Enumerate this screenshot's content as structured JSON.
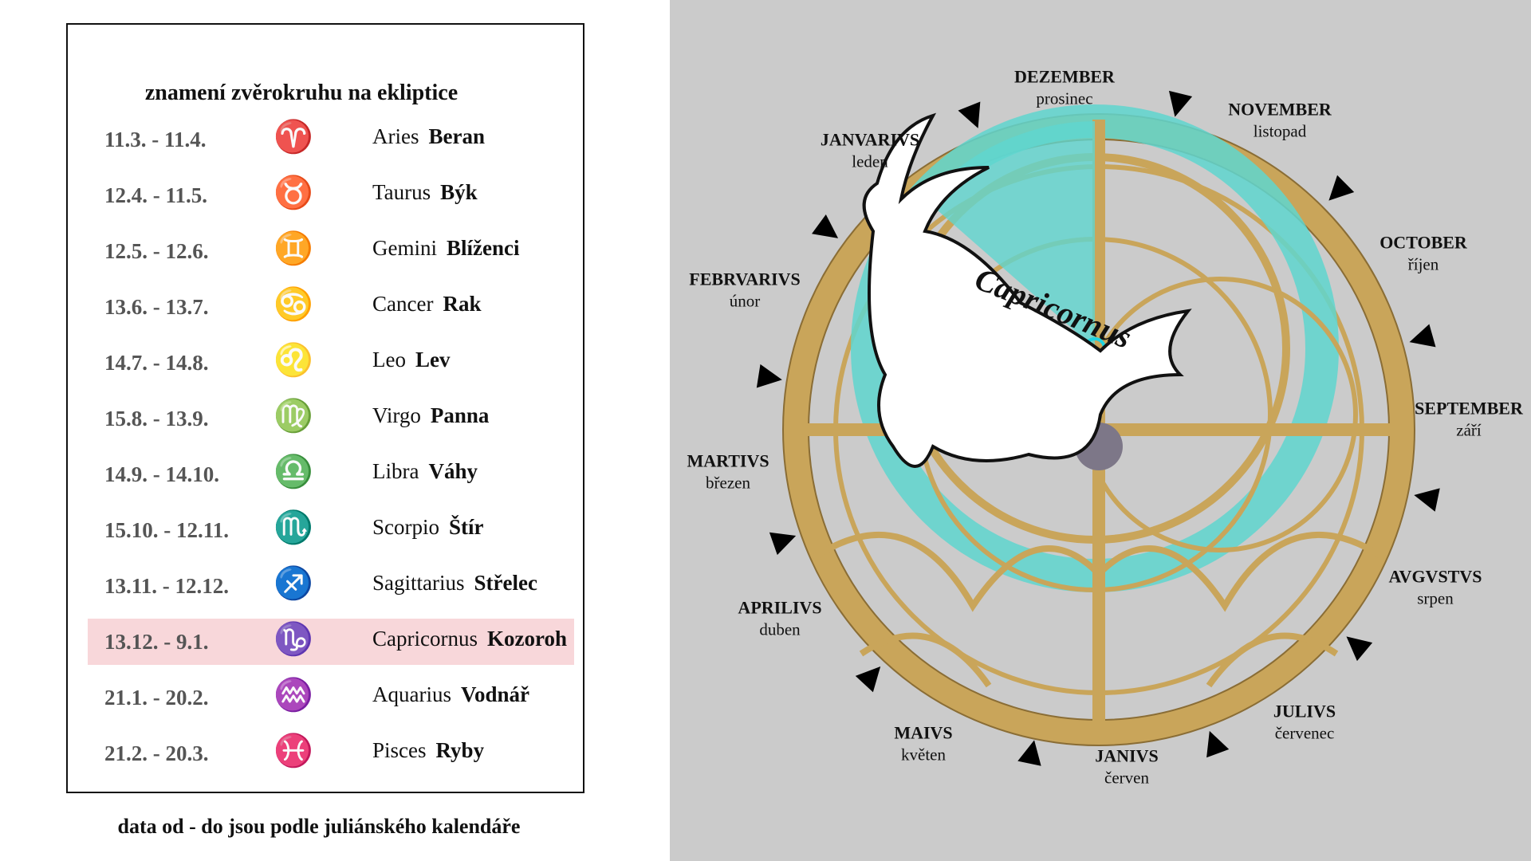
{
  "table": {
    "title": "znamení zvěrokruhu na ekliptice",
    "highlighted_index": 9,
    "rows": [
      {
        "dates": "11.3. - 11.4.",
        "icon": "aries-ram-icon",
        "symbol": "♈",
        "latin": "Aries",
        "czech": "Beran"
      },
      {
        "dates": "12.4. - 11.5.",
        "icon": "taurus-bull-icon",
        "symbol": "♉",
        "latin": "Taurus",
        "czech": "Býk"
      },
      {
        "dates": "12.5. - 12.6.",
        "icon": "gemini-twins-icon",
        "symbol": "♊",
        "latin": "Gemini",
        "czech": "Blíženci"
      },
      {
        "dates": "13.6. - 13.7.",
        "icon": "cancer-crab-icon",
        "symbol": "♋",
        "latin": "Cancer",
        "czech": "Rak"
      },
      {
        "dates": "14.7. - 14.8.",
        "icon": "leo-lion-icon",
        "symbol": "♌",
        "latin": "Leo",
        "czech": "Lev"
      },
      {
        "dates": "15.8. - 13.9.",
        "icon": "virgo-maiden-icon",
        "symbol": "♍",
        "latin": "Virgo",
        "czech": "Panna"
      },
      {
        "dates": "14.9. - 14.10.",
        "icon": "libra-scales-icon",
        "symbol": "♎",
        "latin": "Libra",
        "czech": "Váhy"
      },
      {
        "dates": "15.10. - 12.11.",
        "icon": "scorpio-scorpion-icon",
        "symbol": "♏",
        "latin": "Scorpio",
        "czech": "Štír"
      },
      {
        "dates": "13.11. - 12.12.",
        "icon": "sagittarius-archer-icon",
        "symbol": "♐",
        "latin": "Sagittarius",
        "czech": "Střelec"
      },
      {
        "dates": "13.12. - 9.1.",
        "icon": "capricorn-goat-icon",
        "symbol": "♑",
        "latin": "Capricornus",
        "czech": "Kozoroh"
      },
      {
        "dates": "21.1. - 20.2.",
        "icon": "aquarius-waterbearer-icon",
        "symbol": "♒",
        "latin": "Aquarius",
        "czech": "Vodnář"
      },
      {
        "dates": "21.2. - 20.3.",
        "icon": "pisces-fish-icon",
        "symbol": "♓",
        "latin": "Pisces",
        "czech": "Ryby"
      }
    ],
    "footer": "data od - do jsou podle juliánského kalendáře"
  },
  "astrolabe": {
    "sign_label": "Capricornus",
    "months": [
      {
        "latin": "DEZEMBER",
        "czech": "prosinec"
      },
      {
        "latin": "NOVEMBER",
        "czech": "listopad"
      },
      {
        "latin": "OCTOBER",
        "czech": "říjen"
      },
      {
        "latin": "SEPTEMBER",
        "czech": "září"
      },
      {
        "latin": "AVGVSTVS",
        "czech": "srpen"
      },
      {
        "latin": "JULIVS",
        "czech": "červenec"
      },
      {
        "latin": "JANIVS",
        "czech": "červen"
      },
      {
        "latin": "MAIVS",
        "czech": "květen"
      },
      {
        "latin": "APRILIVS",
        "czech": "duben"
      },
      {
        "latin": "MARTIVS",
        "czech": "březen"
      },
      {
        "latin": "FEBRVARIVS",
        "czech": "únor"
      },
      {
        "latin": "JANVARIVS",
        "czech": "leden"
      }
    ],
    "colors": {
      "brass": "#c9a55a",
      "teal": "#5fd6cf",
      "background": "#cbcbcb",
      "highlight": "#f8d7da"
    }
  }
}
